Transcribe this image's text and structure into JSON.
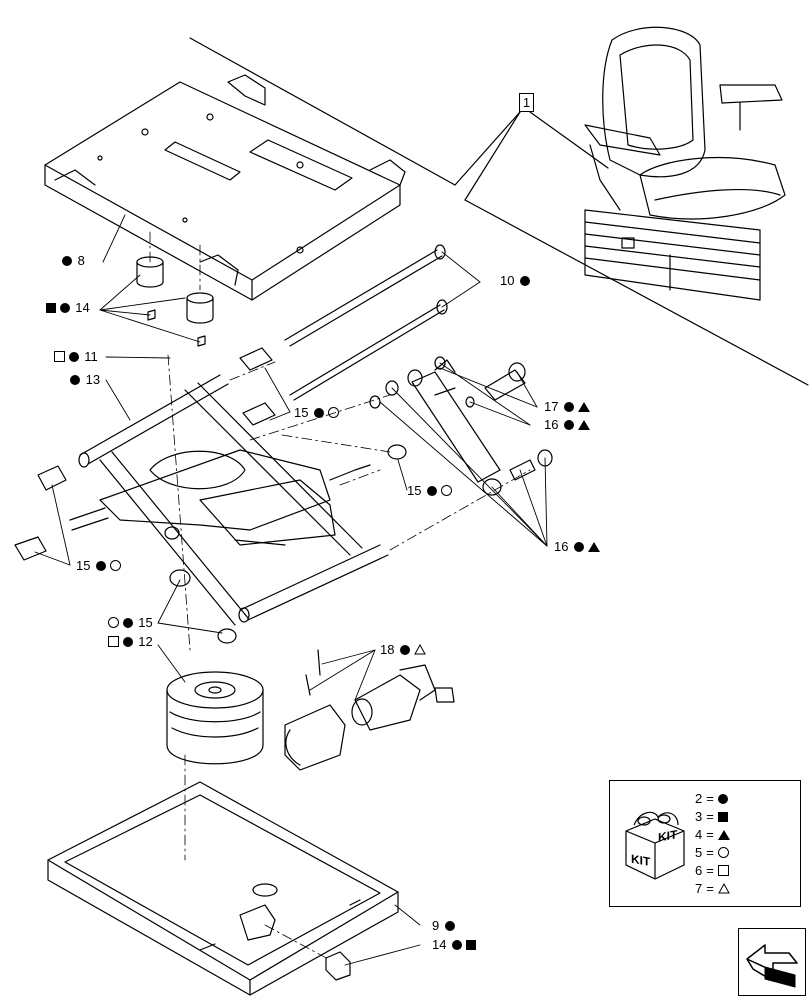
{
  "callouts": [
    {
      "id": "c1",
      "number": "1",
      "symbols": []
    },
    {
      "id": "c8",
      "number": "8",
      "symbols": [
        "filled-circle"
      ]
    },
    {
      "id": "c14a",
      "number": "14",
      "symbols": [
        "filled-square",
        "filled-circle"
      ]
    },
    {
      "id": "c10",
      "number": "10",
      "symbols": [
        "filled-circle"
      ]
    },
    {
      "id": "c11",
      "number": "11",
      "symbols": [
        "open-square",
        "filled-circle"
      ]
    },
    {
      "id": "c13",
      "number": "13",
      "symbols": [
        "filled-circle"
      ]
    },
    {
      "id": "c15a",
      "number": "15",
      "symbols": [
        "filled-circle",
        "open-circle"
      ]
    },
    {
      "id": "c17",
      "number": "17",
      "symbols": [
        "filled-circle",
        "filled-triangle"
      ]
    },
    {
      "id": "c16a",
      "number": "16",
      "symbols": [
        "filled-circle",
        "filled-triangle"
      ]
    },
    {
      "id": "c15b",
      "number": "15",
      "symbols": [
        "filled-circle",
        "open-circle"
      ]
    },
    {
      "id": "c16b",
      "number": "16",
      "symbols": [
        "filled-circle",
        "filled-triangle"
      ]
    },
    {
      "id": "c15c",
      "number": "15",
      "symbols": [
        "filled-circle",
        "open-circle"
      ]
    },
    {
      "id": "c15d",
      "number": "15",
      "symbols": [
        "open-circle",
        "filled-circle"
      ]
    },
    {
      "id": "c12",
      "number": "12",
      "symbols": [
        "open-square",
        "filled-circle"
      ]
    },
    {
      "id": "c18",
      "number": "18",
      "symbols": [
        "filled-circle",
        "open-triangle"
      ]
    },
    {
      "id": "c9",
      "number": "9",
      "symbols": [
        "filled-circle"
      ]
    },
    {
      "id": "c14b",
      "number": "14",
      "symbols": [
        "filled-circle",
        "filled-square"
      ]
    }
  ],
  "kit_legend": {
    "badge_text": "KIT",
    "items": [
      {
        "number": "2",
        "symbol": "filled-circle"
      },
      {
        "number": "3",
        "symbol": "filled-square"
      },
      {
        "number": "4",
        "symbol": "filled-triangle"
      },
      {
        "number": "5",
        "symbol": "open-circle"
      },
      {
        "number": "6",
        "symbol": "open-square"
      },
      {
        "number": "7",
        "symbol": "open-triangle"
      }
    ]
  },
  "navigation": {
    "icon": "arrow-back-icon"
  },
  "colors": {
    "line": "#000000",
    "background": "#ffffff"
  }
}
